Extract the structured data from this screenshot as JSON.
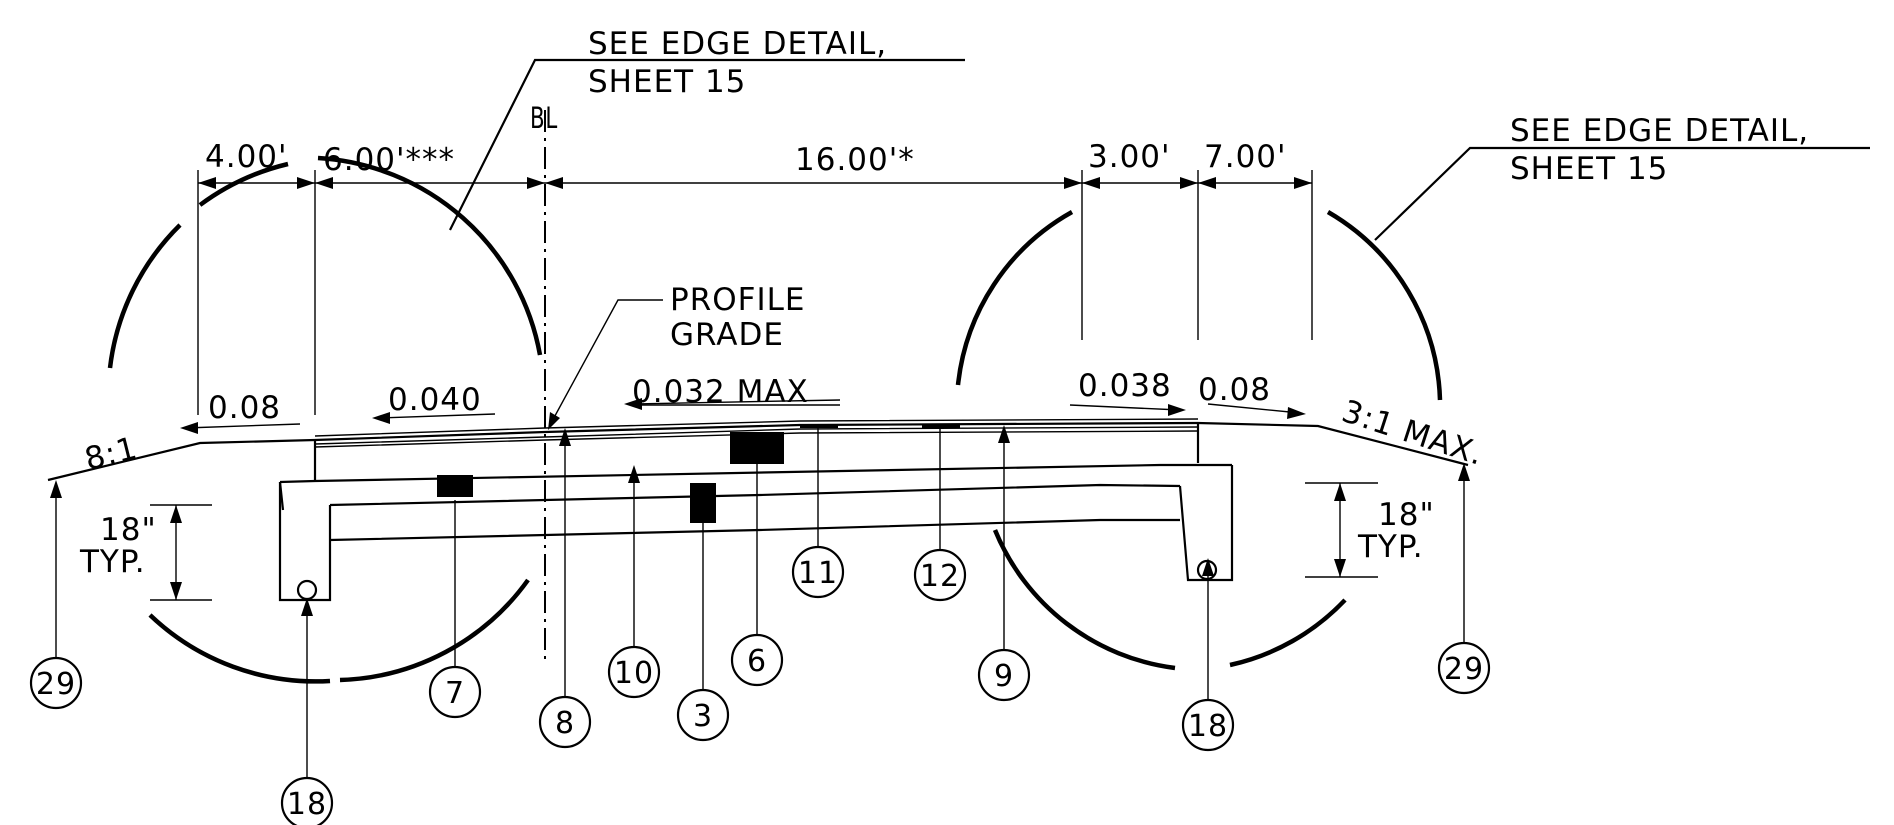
{
  "notes": {
    "edge_detail_left": [
      "SEE EDGE DETAIL,",
      "SHEET 15"
    ],
    "edge_detail_right": [
      "SEE EDGE DETAIL,",
      "SHEET 15"
    ],
    "profile_grade": [
      "PROFILE",
      "GRADE"
    ],
    "baseline": "BL"
  },
  "dimensions": {
    "left_outer": "4.00'",
    "left_inner": "6.00'***",
    "center": "16.00'*",
    "right_inner": "3.00'",
    "right_outer": "7.00'",
    "typ_height_left": [
      "18\"",
      "TYP."
    ],
    "typ_height_right": [
      "18\"",
      "TYP."
    ]
  },
  "slopes": {
    "left_outer": "0.08",
    "left_inner": "0.040",
    "center": "0.032 MAX",
    "right_inner": "0.038",
    "right_outer": "0.08",
    "left_side": "8:1",
    "right_side": "3:1 MAX."
  },
  "callouts": [
    "29",
    "18",
    "7",
    "8",
    "10",
    "3",
    "6",
    "11",
    "12",
    "9",
    "18",
    "29"
  ]
}
